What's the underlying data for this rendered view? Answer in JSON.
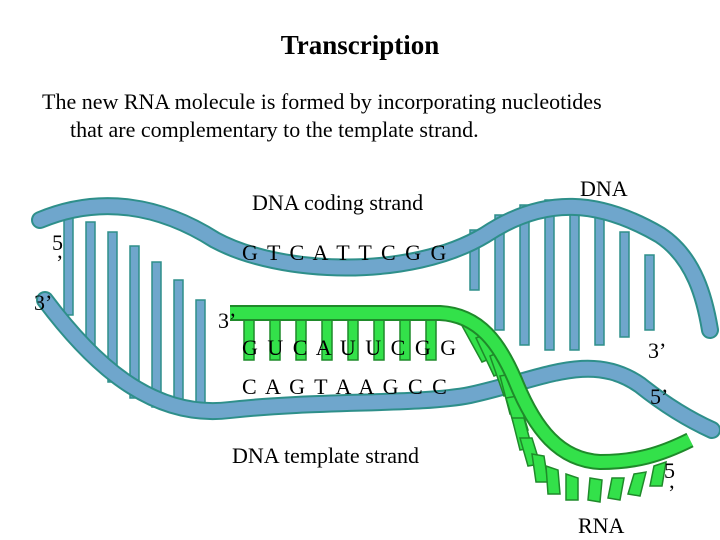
{
  "title": "Transcription",
  "description": {
    "line1": "The new RNA molecule is formed by incorporating nucleotides",
    "line2": "that are complementary to the template strand."
  },
  "labels": {
    "coding_strand": "DNA coding strand",
    "dna": "DNA",
    "template_strand": "DNA template strand",
    "rna": "RNA",
    "left_5_prime_a": "5",
    "left_5_prime_b": "’",
    "left_3_prime": "3’",
    "rna_3_prime": "3’",
    "right_3_prime": "3’",
    "right_5_prime": "5’",
    "rna_5_prime_a": "5",
    "rna_5_prime_b": "’"
  },
  "sequences": {
    "coding": "G T C A T T C G G",
    "rna": "G U C A U U C G G",
    "template": "C A G T A A G C C"
  },
  "colors": {
    "dna_backbone": "#6fa6cc",
    "dna_outline": "#2e8f8a",
    "rna_green": "#33e14a",
    "rna_outline": "#1f8a2a",
    "text": "#000000"
  }
}
